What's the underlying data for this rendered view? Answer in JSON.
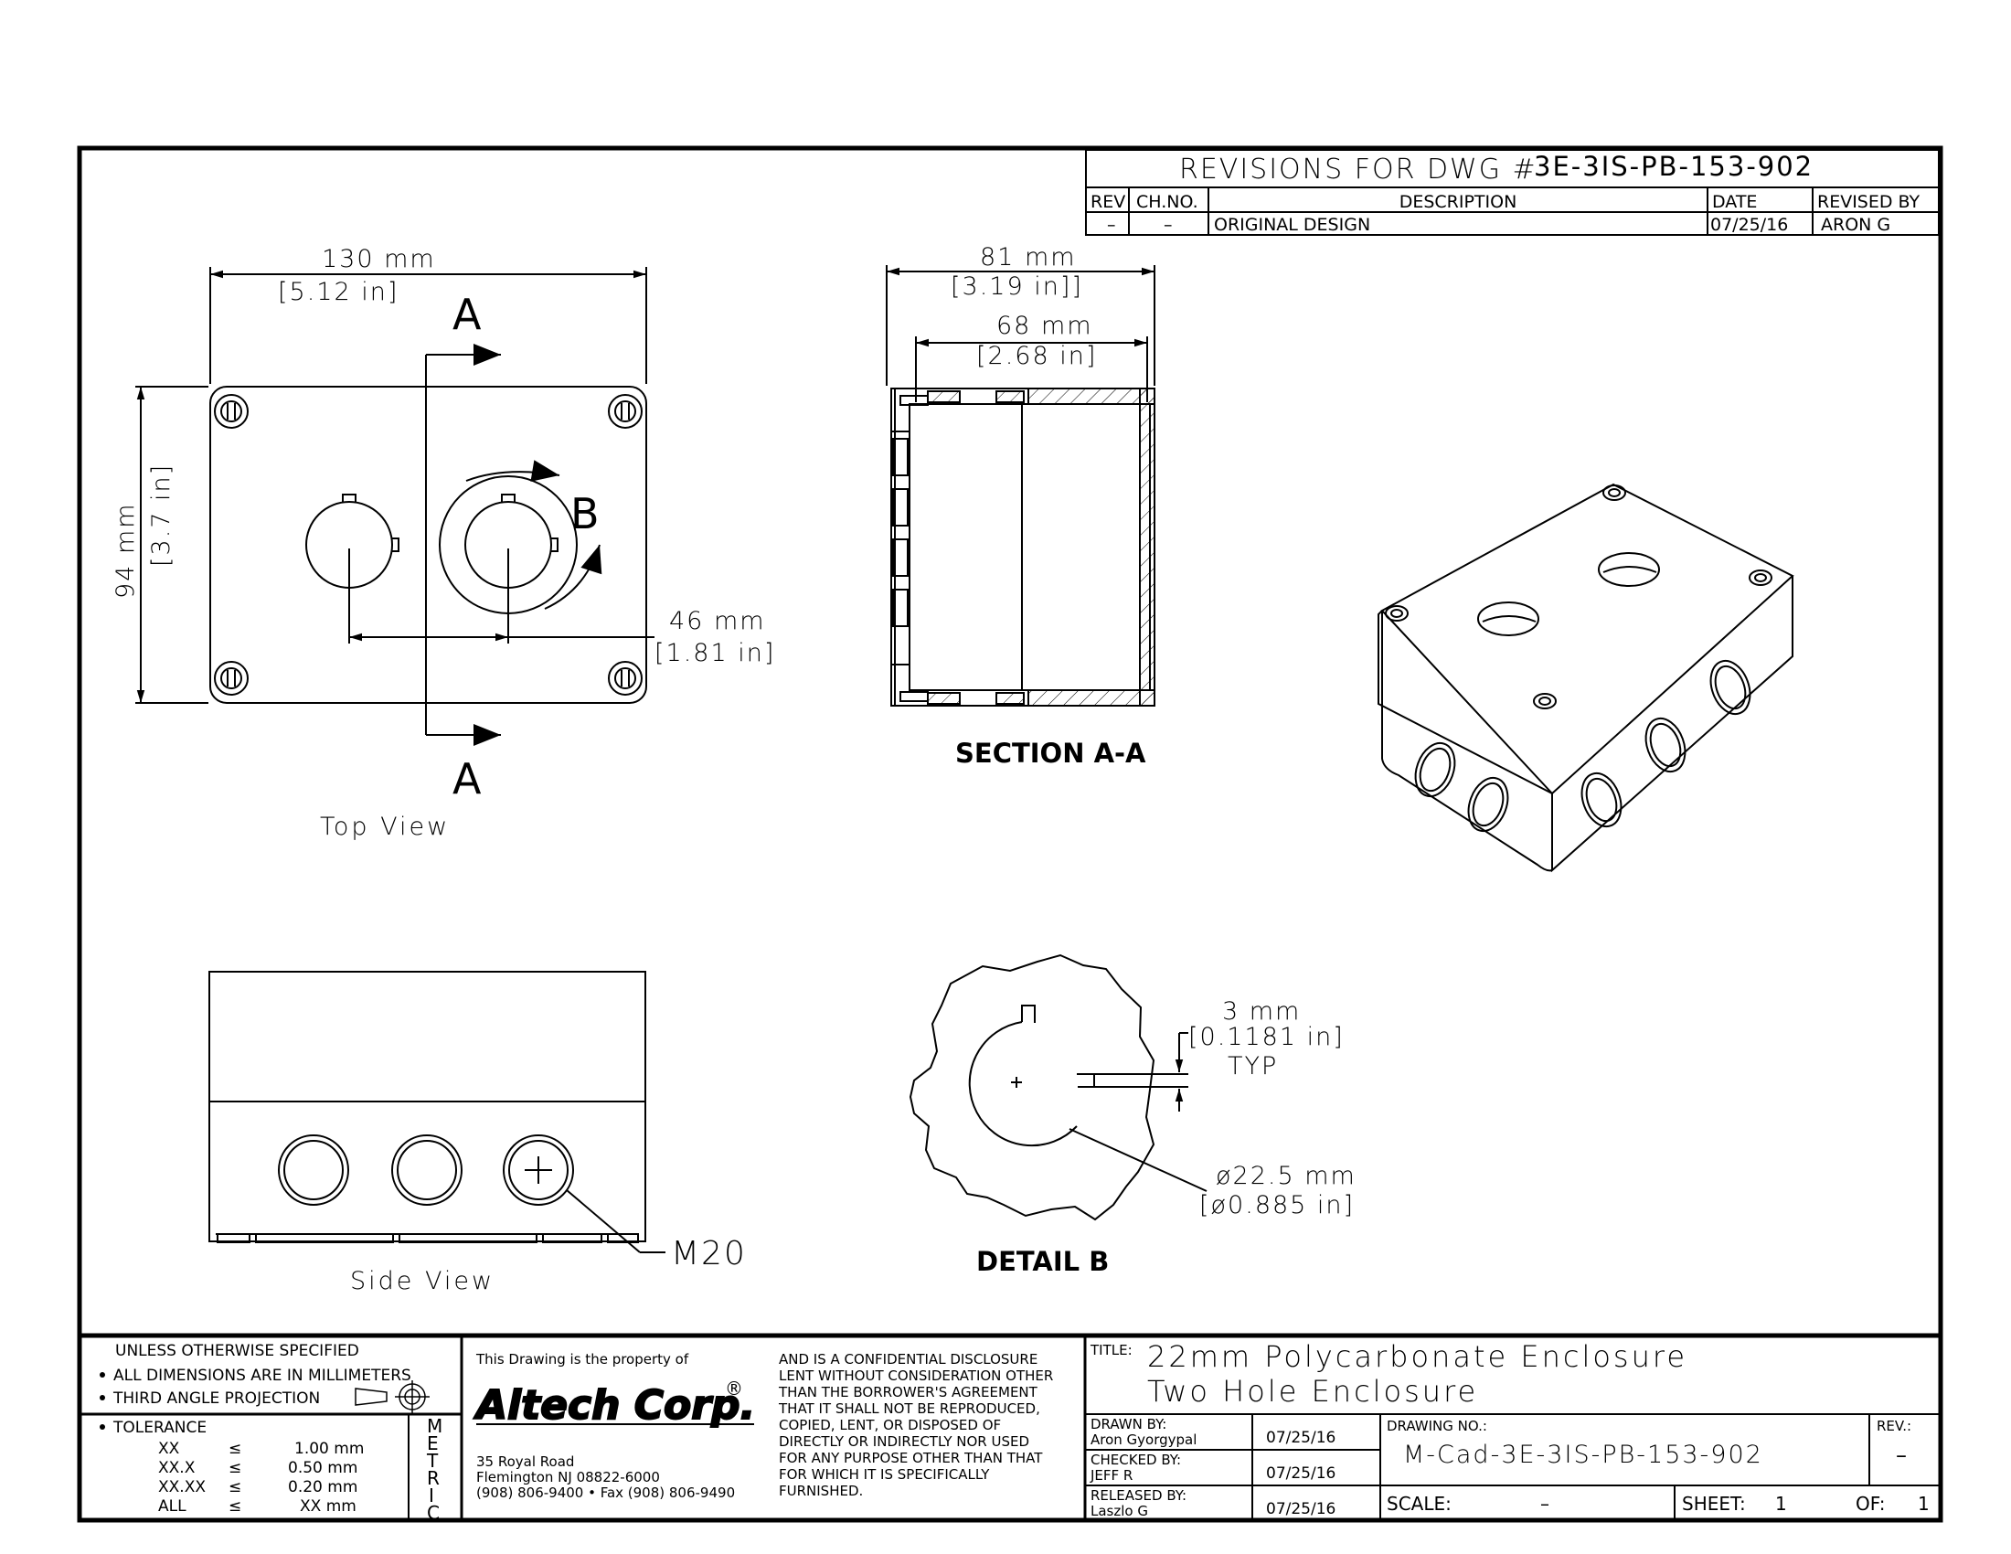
{
  "revisions": {
    "title": "REVISIONS FOR DWG #",
    "dwg": "3E-3IS-PB-153-902",
    "headers": {
      "rev": "REV",
      "chno": "CH.NO.",
      "desc": "DESCRIPTION",
      "date": "DATE",
      "by": "REVISED BY"
    },
    "row": {
      "rev": "–",
      "chno": "–",
      "desc": "ORIGINAL DESIGN",
      "date": "07/25/16",
      "by": "ARON G"
    }
  },
  "top_view": {
    "width_mm": "130 mm",
    "width_in": "[5.12 in]",
    "height_mm": "94 mm",
    "height_in": "[3.7 in]",
    "spacing_mm": "46 mm",
    "spacing_in": "[1.81 in]",
    "section_a": "A",
    "detail_b": "B",
    "caption": "Top View"
  },
  "section_view": {
    "depth_mm": "81 mm",
    "depth_in": "[3.19 in]]",
    "inner_mm": "68 mm",
    "inner_in": "[2.68 in]",
    "caption": "SECTION A-A"
  },
  "side_view": {
    "thread": "M20",
    "caption": "Side View"
  },
  "detail_view": {
    "key_mm": "3 mm",
    "key_in": "[0.1181 in]",
    "typ": "TYP",
    "dia_mm": "ø22.5 mm",
    "dia_in": "[ø0.885 in]",
    "caption": "DETAIL B"
  },
  "notes": {
    "l1": "UNLESS OTHERWISE SPECIFIED",
    "l2": "ALL DIMENSIONS ARE IN MILLIMETERS",
    "l3": "THIRD ANGLE PROJECTION",
    "tol_title": "TOLERANCE",
    "tol": [
      {
        "k": "XX",
        "v": "1.00 mm"
      },
      {
        "k": "XX.X",
        "v": "0.50 mm"
      },
      {
        "k": "XX.XX",
        "v": "0.20 mm"
      },
      {
        "k": "ALL",
        "v": "XX mm"
      }
    ],
    "metric": [
      "M",
      "E",
      "T",
      "R",
      "I",
      "C"
    ],
    "le": "≤"
  },
  "company": {
    "property": "This Drawing is the property of",
    "name": "Altech Corp.",
    "reg": "®",
    "addr1": "35 Royal Road",
    "addr2": "Flemington NJ 08822-6000",
    "addr3": "(908) 806-9400 • Fax (908) 806-9490",
    "disclosure": [
      "AND IS A CONFIDENTIAL DISCLOSURE",
      "LENT WITHOUT CONSIDERATION OTHER",
      "THAN THE BORROWER'S AGREEMENT",
      "THAT IT SHALL NOT BE REPRODUCED,",
      "COPIED, LENT, OR DISPOSED OF",
      "DIRECTLY OR INDIRECTLY NOR USED",
      "FOR ANY PURPOSE OTHER THAN THAT",
      "FOR WHICH IT IS SPECIFICALLY",
      "FURNISHED."
    ]
  },
  "title_block": {
    "title_label": "TITLE:",
    "title1": "22mm Polycarbonate Enclosure",
    "title2": "Two Hole Enclosure",
    "drawn_label": "DRAWN BY:",
    "drawn": "Aron Gyorgypal",
    "drawn_date": "07/25/16",
    "checked_label": "CHECKED BY:",
    "checked": "JEFF R",
    "checked_date": "07/25/16",
    "released_label": "RELEASED BY:",
    "released": "Laszlo G",
    "released_date": "07/25/16",
    "dwgno_label": "DRAWING NO.:",
    "dwgno": "M-Cad-3E-3IS-PB-153-902",
    "rev_label": "REV.:",
    "rev": "–",
    "scale_label": "SCALE:",
    "scale": "–",
    "sheet_label": "SHEET:",
    "sheet": "1",
    "of_label": "OF:",
    "of": "1"
  }
}
